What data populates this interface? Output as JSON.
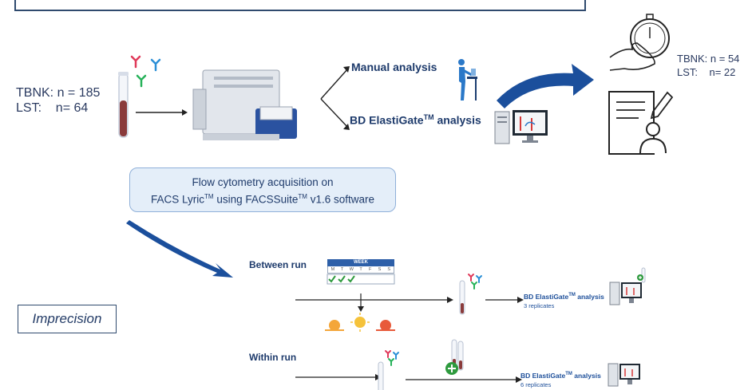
{
  "cohort": {
    "tbnk": "TBNK: n = 185",
    "lst": "LST:    n= 64"
  },
  "analysis": {
    "manual": "Manual analysis",
    "elasti_main": "BD ElastiGate",
    "tm": "TM",
    "elasti_suffix": " analysis"
  },
  "results": {
    "tbnk": "TBNK: n = 54",
    "lst": "LST:    n= 22"
  },
  "acquisition": {
    "line1": "Flow cytometry acquisition on",
    "line2a": "FACS Lyric",
    "line2b": " using FACSSuite",
    "line2c": "  v1.6 software"
  },
  "imprecision": {
    "label": "Imprecision"
  },
  "between": {
    "label": "Between run",
    "calendar_title": "WEEK",
    "days": [
      "M",
      "T",
      "W",
      "T",
      "F",
      "S",
      "S"
    ],
    "analysis_label": "BD ElastiGate",
    "analysis_suffix": " analysis",
    "replicates": "3 replicates"
  },
  "within": {
    "label": "Within run",
    "analysis_label": "BD ElastiGate",
    "analysis_suffix": " analysis",
    "replicates": "6 replicates"
  },
  "colors": {
    "navy": "#1d3a6b",
    "arrow_blue": "#1b4f9c",
    "box_fill": "#e4eef9",
    "box_border": "#8fb0d9"
  },
  "icons": [
    "antibody-icon",
    "tube-icon",
    "cytometer-icon",
    "standing-desk-icon",
    "computer-icon",
    "stopwatch-icon",
    "document-person-icon",
    "calendar-icon",
    "sun-icon",
    "plus-icon"
  ]
}
